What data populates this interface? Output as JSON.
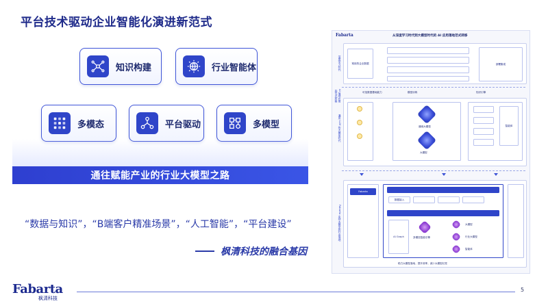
{
  "slide": {
    "title": "平台技术驱动企业智能化演进新范式",
    "page_number": "5"
  },
  "pyramid": {
    "top": [
      {
        "label": "知识构建",
        "icon": "knowledge-network-icon"
      },
      {
        "label": "行业智能体",
        "icon": "industry-agent-icon"
      }
    ],
    "bottom": [
      {
        "label": "多模态",
        "icon": "multimodal-icon"
      },
      {
        "label": "平台驱动",
        "icon": "platform-drive-icon"
      },
      {
        "label": "多模型",
        "icon": "multi-model-icon"
      }
    ],
    "base_label": "通往赋能产业的行业大模型之路"
  },
  "quote": {
    "text": "“数据与知识”，“B端客户精准场景”，“人工智能”，“平台建设”",
    "dash": "——",
    "attribution": "枫清科技的融合基因"
  },
  "diagram": {
    "logo": "Fabarta",
    "title": "从深度学习时代到大模型时代的 AI 应用落地范式转移",
    "side_labels": [
      "深度学习时代",
      "AI 落地应用的范式转移",
      "通用 LLM 的大模型时代",
      "Fabarta 支持大模型的行业落地"
    ],
    "labels": {
      "enterprise_ai": "常用的企业数据",
      "platform": "可信数据基础能力",
      "model_training": "模型训练",
      "deploy": "部署集成",
      "knowledge_engine": "知识引擎",
      "llm": "大模型",
      "general_model": "通用大模型",
      "industry_model": "行业大模型",
      "agent": "智能体",
      "data_ops": "数据接入",
      "ai_graph": "AI Graph",
      "architecture": "Architecture",
      "multimodal_engine": "多模态智能引擎",
      "footer_note": "助力大模型落地，提升效率，减少大模型幻觉"
    }
  },
  "footer": {
    "brand": "Fabarta",
    "brand_sub": "枫清科技"
  },
  "colors": {
    "primary": "#2f45c9",
    "title": "#1e2a8a",
    "accent_text": "#2a3aa8"
  }
}
